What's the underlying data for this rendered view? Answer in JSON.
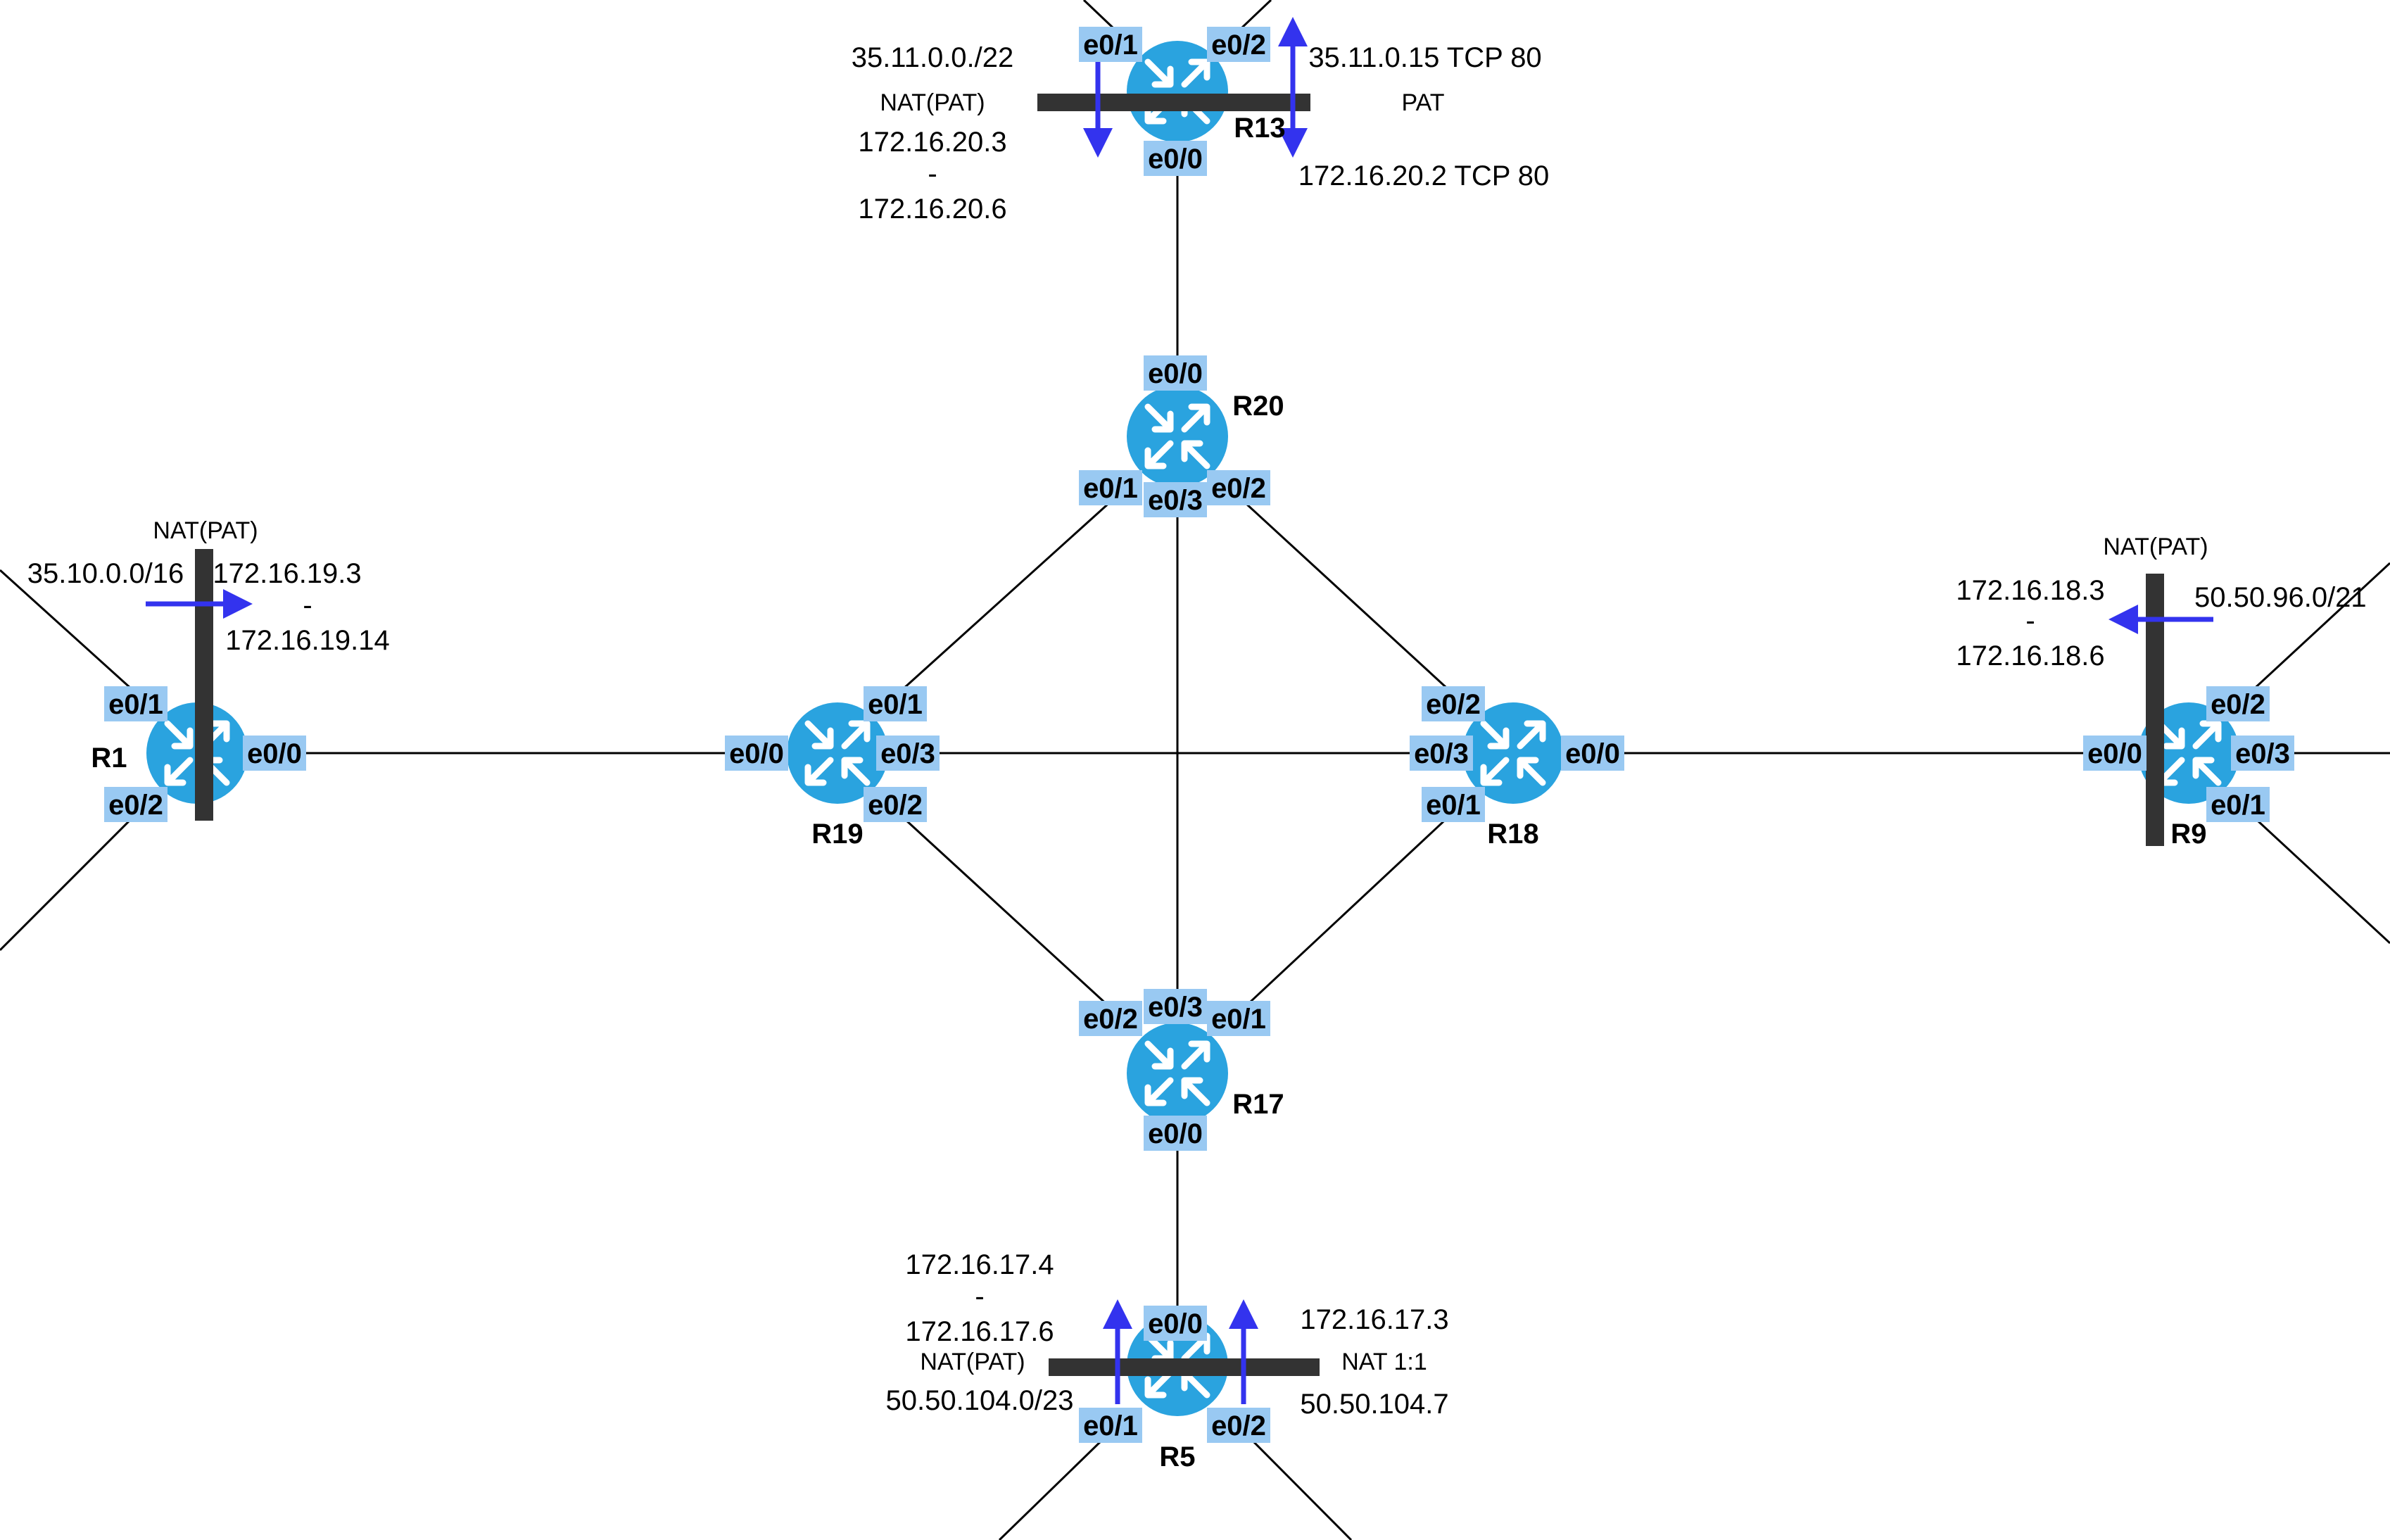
{
  "colors": {
    "router": "#2aa3df",
    "interface_bg": "#99c9f2",
    "arrow": "#3333ee",
    "nat_bar": "#333333",
    "link": "#000000"
  },
  "icons": {
    "router": "router-icon"
  },
  "routers": {
    "r1": {
      "label": "R1",
      "ifaces": {
        "e0_0": "e0/0",
        "e0_1": "e0/1",
        "e0_2": "e0/2"
      }
    },
    "r19": {
      "label": "R19",
      "ifaces": {
        "e0_0": "e0/0",
        "e0_1": "e0/1",
        "e0_2": "e0/2",
        "e0_3": "e0/3"
      }
    },
    "r20": {
      "label": "R20",
      "ifaces": {
        "e0_0": "e0/0",
        "e0_1": "e0/1",
        "e0_2": "e0/2",
        "e0_3": "e0/3"
      }
    },
    "r18": {
      "label": "R18",
      "ifaces": {
        "e0_0": "e0/0",
        "e0_1": "e0/1",
        "e0_2": "e0/2",
        "e0_3": "e0/3"
      }
    },
    "r17": {
      "label": "R17",
      "ifaces": {
        "e0_0": "e0/0",
        "e0_1": "e0/1",
        "e0_2": "e0/2",
        "e0_3": "e0/3"
      }
    },
    "r9": {
      "label": "R9",
      "ifaces": {
        "e0_0": "e0/0",
        "e0_1": "e0/1",
        "e0_2": "e0/2",
        "e0_3": "e0/3"
      }
    },
    "r13": {
      "label": "R13",
      "ifaces": {
        "e0_0": "e0/0",
        "e0_1": "e0/1",
        "e0_2": "e0/2"
      }
    },
    "r5": {
      "label": "R5",
      "ifaces": {
        "e0_0": "e0/0",
        "e0_1": "e0/1",
        "e0_2": "e0/2"
      }
    }
  },
  "nat": {
    "r1": {
      "title": "NAT(PAT)",
      "inside": "35.10.0.0/16",
      "pool_start": "172.16.19.3",
      "dash": "-",
      "pool_end": "172.16.19.14"
    },
    "r9": {
      "title": "NAT(PAT)",
      "inside": "50.50.96.0/21",
      "pool_start": "172.16.18.3",
      "dash": "-",
      "pool_end": "172.16.18.6"
    },
    "r13": {
      "left_net": "35.11.0.0./22",
      "left_title": "NAT(PAT)",
      "left_pool_start": "172.16.20.3",
      "left_dash": "-",
      "left_pool_end": "172.16.20.6",
      "right_top": "35.11.0.15 TCP 80",
      "right_title": "PAT",
      "right_bottom": "172.16.20.2 TCP 80"
    },
    "r5": {
      "left_pool_start": "172.16.17.4",
      "left_dash": "-",
      "left_pool_end": "172.16.17.6",
      "left_title": "NAT(PAT)",
      "left_net": "50.50.104.0/23",
      "right_top": "172.16.17.3",
      "right_title": "NAT 1:1",
      "right_bottom": "50.50.104.7"
    }
  }
}
